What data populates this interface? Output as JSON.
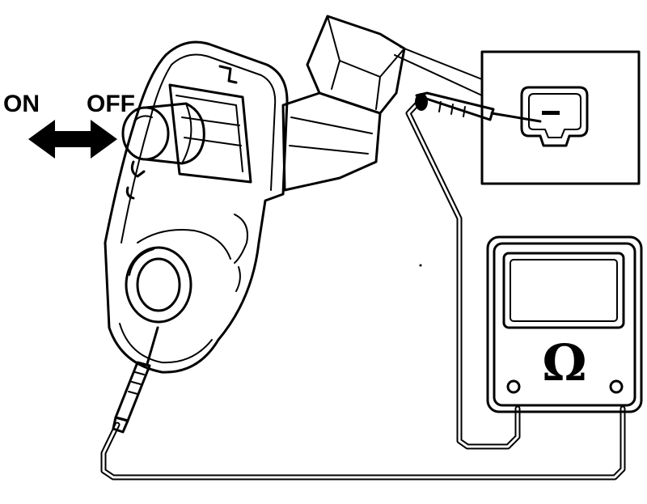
{
  "labels": {
    "on": "ON",
    "off": "OFF",
    "ohm_symbol": "Ω"
  },
  "icons": {
    "direction_arrow": "double-headed-arrow",
    "meter": "ohmmeter-icon",
    "connector": "connector-terminal-icon"
  },
  "colors": {
    "ink": "#000000",
    "paper": "#ffffff"
  }
}
